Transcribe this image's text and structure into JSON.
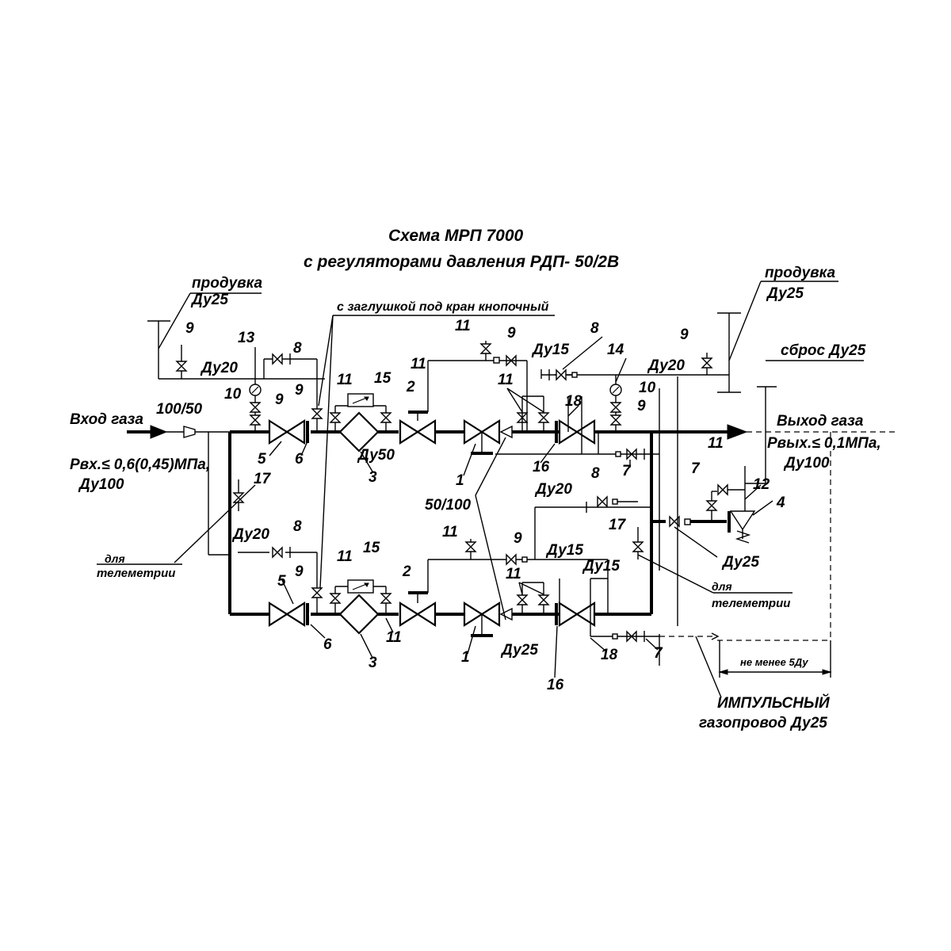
{
  "title": {
    "line1": "Схема  МРП 7000",
    "line2": "с  регуляторами давления  РДП- 50/2В"
  },
  "inlet": {
    "label": "Вход газа",
    "pressure": "Рвх.≤ 0,6(0,45)МПа,",
    "diameter": "Ду100",
    "transition": "100/50"
  },
  "outlet": {
    "label": "Выход газа",
    "pressure": "Рвых.≤ 0,1МПа,",
    "diameter": "Ду100"
  },
  "purge_left": {
    "label": "продувка",
    "diameter": "Ду25"
  },
  "purge_right": {
    "label": "продувка",
    "diameter": "Ду25"
  },
  "relief": {
    "label": "сброс Ду25"
  },
  "plug_note": "с заглушкой под кран кнопочный",
  "telemetry_left": {
    "line1": "для",
    "line2": "телеметрии"
  },
  "telemetry_right": {
    "line1": "для",
    "line2": "телеметрии"
  },
  "impulse": {
    "line1": "ИМПУЛЬСНЫЙ",
    "line2": "газопровод Ду25"
  },
  "min_distance": "не менее  5Ду",
  "reducer_mid": "50/100",
  "sizes": {
    "du20_top_left": "Ду20",
    "du15_top": "Ду15",
    "du20_top_right": "Ду20",
    "du50": "Ду50",
    "du20_mid": "Ду20",
    "du20_bottom_left": "Ду20",
    "du15_bottom_a": "Ду15",
    "du15_bottom_b": "Ду15",
    "du25_bottom": "Ду25",
    "du25_right": "Ду25"
  },
  "positions": {
    "p1_top": "1",
    "p1_bot": "1",
    "p2_top": "2",
    "p2_bot": "2",
    "p3_top": "3",
    "p3_bot": "3",
    "p4": "4",
    "p5_top": "5",
    "p5_bot": "5",
    "p6_top": "6",
    "p6_bot": "6",
    "p7_top": "7",
    "p7_right": "7",
    "p7_bot": "7",
    "p8_top_left": "8",
    "p8_top_right": "8",
    "p8_mid": "8",
    "p8_bot_left": "8",
    "p9_purge_left": "9",
    "p9_a": "9",
    "p9_b": "9",
    "p9_top": "9",
    "p9_purge_right": "9",
    "p9_right": "9",
    "p9_bot_left": "9",
    "p9_bot": "9",
    "p10_left": "10",
    "p10_right": "10",
    "p11_a": "11",
    "p11_b": "11",
    "p11_c": "11",
    "p11_d": "11",
    "p11_e": "11",
    "p11_f": "11",
    "p11_g": "11",
    "p11_h": "11",
    "p11_i": "11",
    "p12": "12",
    "p13": "13",
    "p14": "14",
    "p15_top": "15",
    "p15_bot": "15",
    "p16_top": "16",
    "p16_bot": "16",
    "p17_left": "17",
    "p17_right": "17",
    "p18_top": "18",
    "p18_bot": "18"
  }
}
